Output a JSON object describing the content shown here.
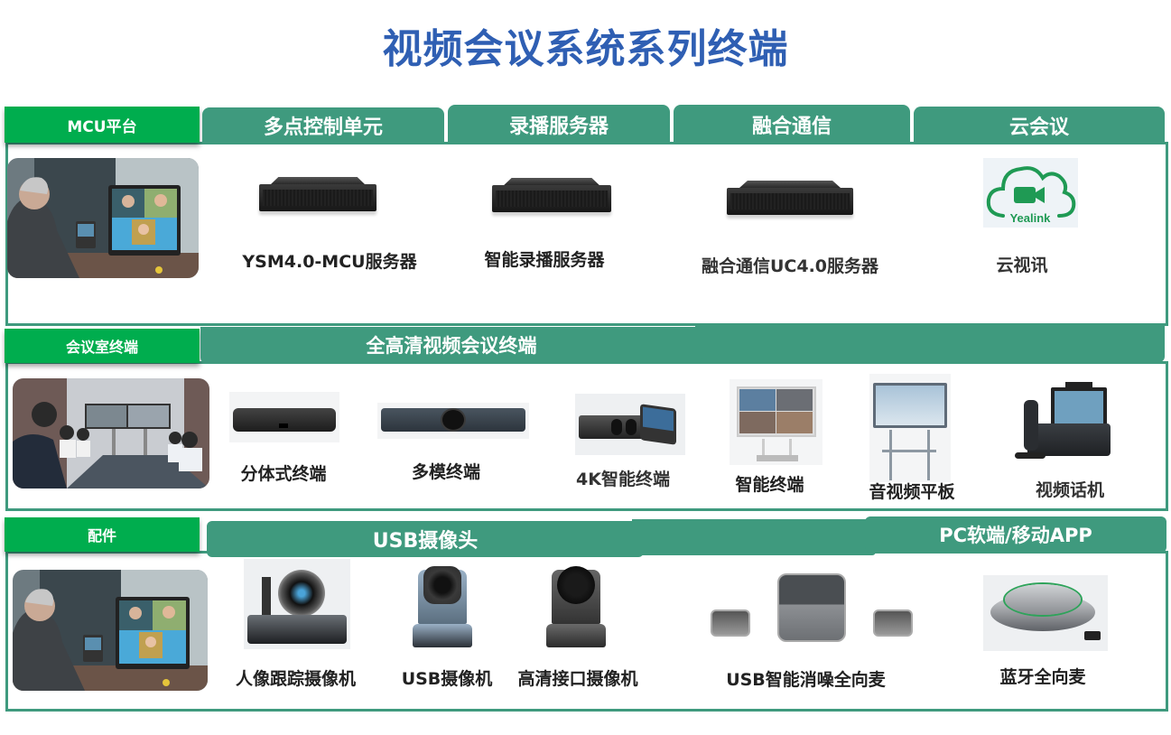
{
  "title": "视频会议系统系列终端",
  "colors": {
    "title": "#2f5fb3",
    "category_tab": "#00ad4e",
    "header": "#3f9a7e",
    "frame_border": "#3f9a7e"
  },
  "sections": [
    {
      "category": "MCU平台",
      "headers": [
        "多点控制单元",
        "录播服务器",
        "融合通信",
        "云会议"
      ],
      "photo": "man-at-desktop-video-call-photo",
      "products": [
        {
          "label": "YSM4.0-MCU服务器",
          "icon": "rack-server-icon"
        },
        {
          "label": "智能录播服务器",
          "icon": "rack-server-icon"
        },
        {
          "label": "融合通信UC4.0服务器",
          "icon": "rack-server-icon"
        },
        {
          "label": "云视讯",
          "icon": "yealink-cloud-icon",
          "logo_text": "Yealink"
        }
      ]
    },
    {
      "category": "会议室终端",
      "headers": [
        "全高清视频会议终端"
      ],
      "photo": "conference-room-meeting-photo",
      "products": [
        {
          "label": "分体式终端",
          "icon": "codec-box-icon"
        },
        {
          "label": "多模终端",
          "icon": "video-bar-icon"
        },
        {
          "label": "4K智能终端",
          "icon": "dual-camera-touch-panel-icon"
        },
        {
          "label": "智能终端",
          "icon": "desktop-display-icon"
        },
        {
          "label": "音视频平板",
          "icon": "interactive-panel-on-stand-icon"
        },
        {
          "label": "视频话机",
          "icon": "video-phone-icon"
        }
      ]
    },
    {
      "category": "配件",
      "headers": [
        "USB摄像头",
        "PC软端/移动APP"
      ],
      "photo": "man-at-desktop-video-call-photo",
      "products": [
        {
          "label": "人像跟踪摄像机",
          "icon": "tracking-camera-icon"
        },
        {
          "label": "USB摄像机",
          "icon": "ptz-camera-icon"
        },
        {
          "label": "高清接口摄像机",
          "icon": "ptz-camera-dark-icon"
        },
        {
          "label": "USB智能消噪全向麦",
          "icon": "speakerphone-set-icon"
        },
        {
          "label": "蓝牙全向麦",
          "icon": "bluetooth-speakerphone-icon"
        }
      ]
    }
  ]
}
